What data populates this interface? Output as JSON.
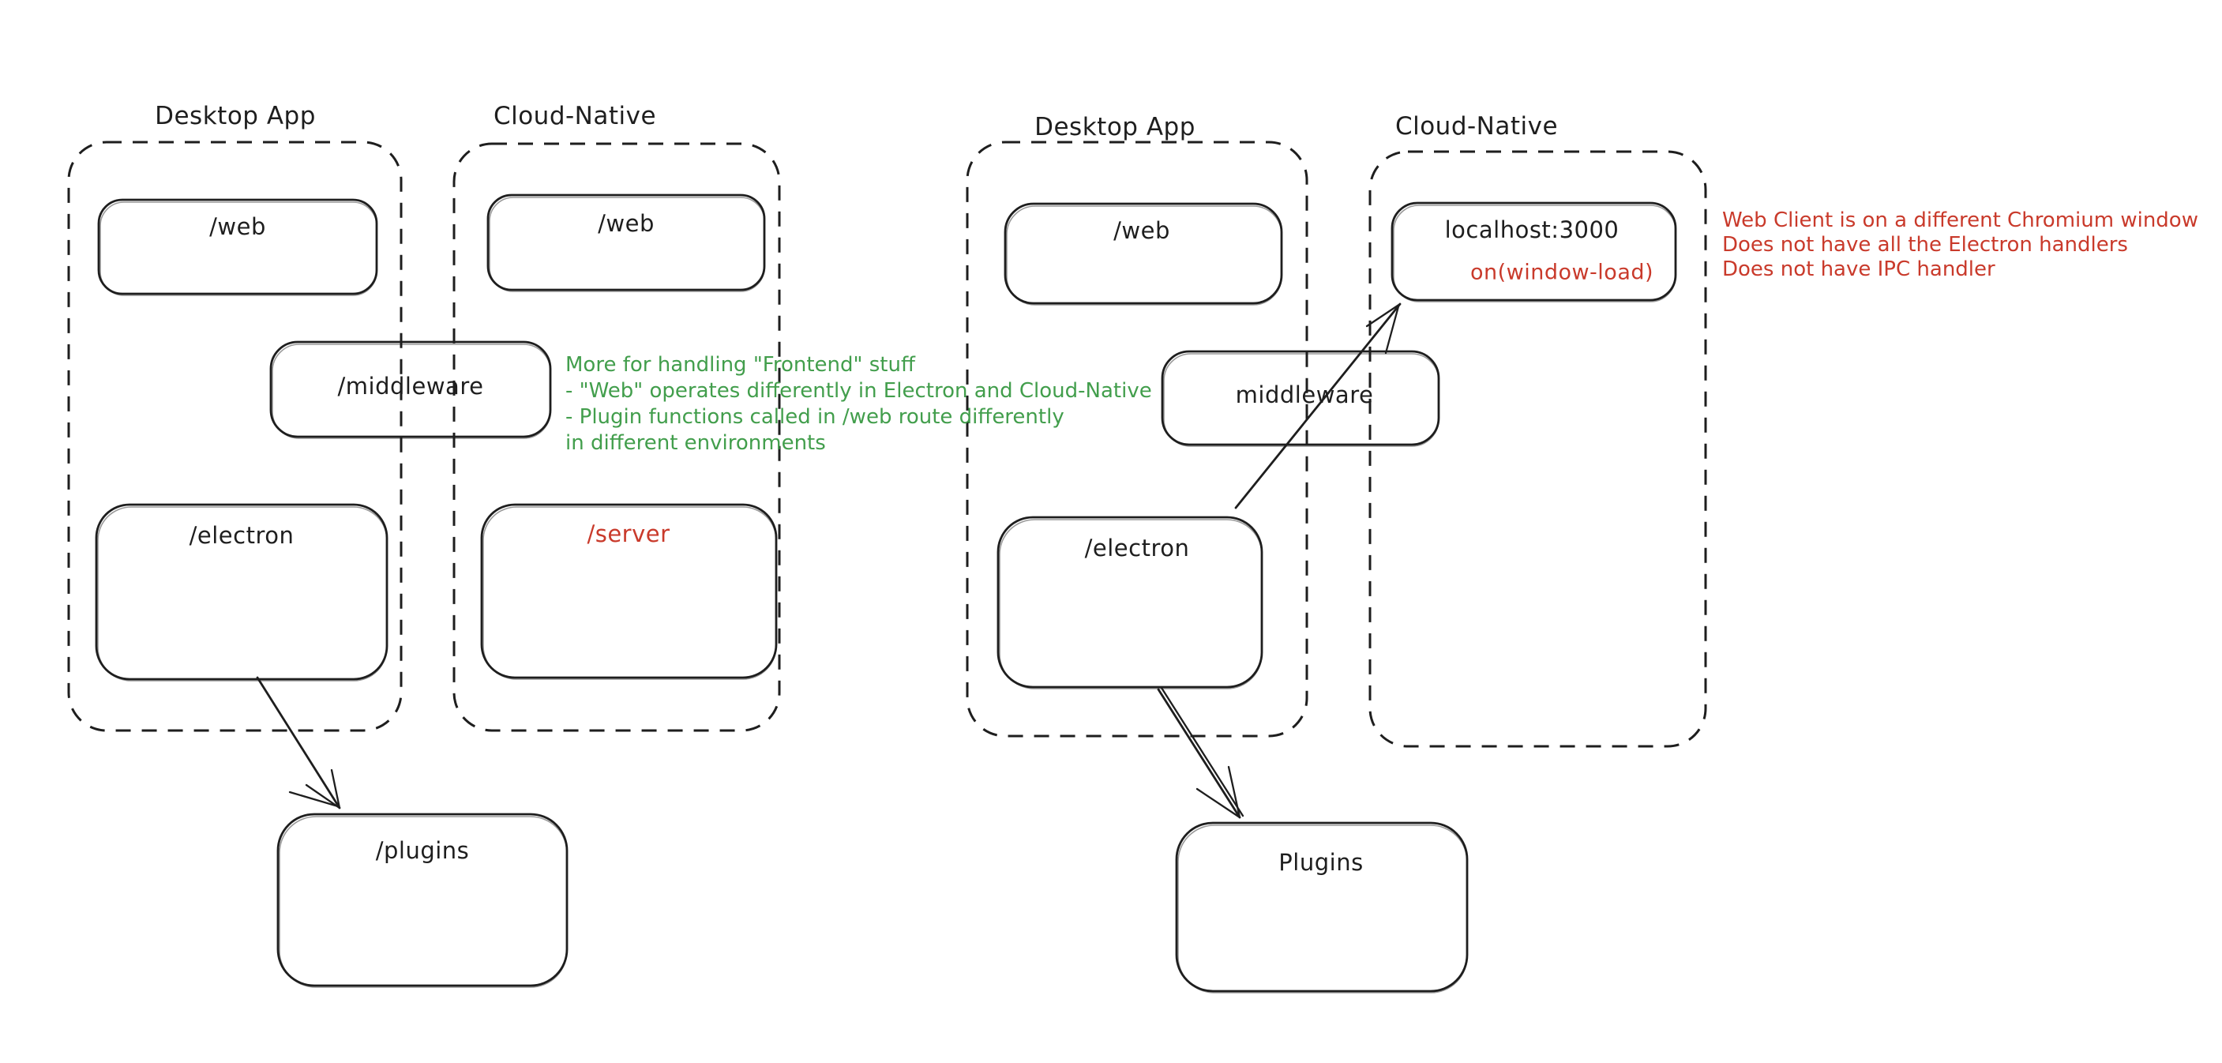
{
  "colors": {
    "background": "#ffffff",
    "ink": "#1e1e1e",
    "green": "#429e4c",
    "red": "#c93a2b"
  },
  "left_diagram": {
    "desktop_container_label": "Desktop App",
    "cloud_container_label": "Cloud-Native",
    "desktop_web_box": "/web",
    "cloud_web_box": "/web",
    "middleware_box": "/middleware",
    "electron_box": "/electron",
    "server_box": "/server",
    "plugins_box": "/plugins",
    "green_note_lines": [
      "More for handling \"Frontend\" stuff",
      "- \"Web\" operates differently in Electron and Cloud-Native",
      "- Plugin functions called in /web route differently",
      "in different environments"
    ]
  },
  "right_diagram": {
    "desktop_container_label": "Desktop App",
    "cloud_container_label": "Cloud-Native",
    "desktop_web_box": "/web",
    "localhost_box": "localhost:3000",
    "localhost_box_sub": "on(window-load)",
    "middleware_box": "middleware",
    "electron_box": "/electron",
    "plugins_box": "Plugins",
    "red_note_lines": [
      "Web Client is on a different Chromium window",
      "Does not have all the Electron handlers",
      "Does not have IPC handler"
    ]
  }
}
